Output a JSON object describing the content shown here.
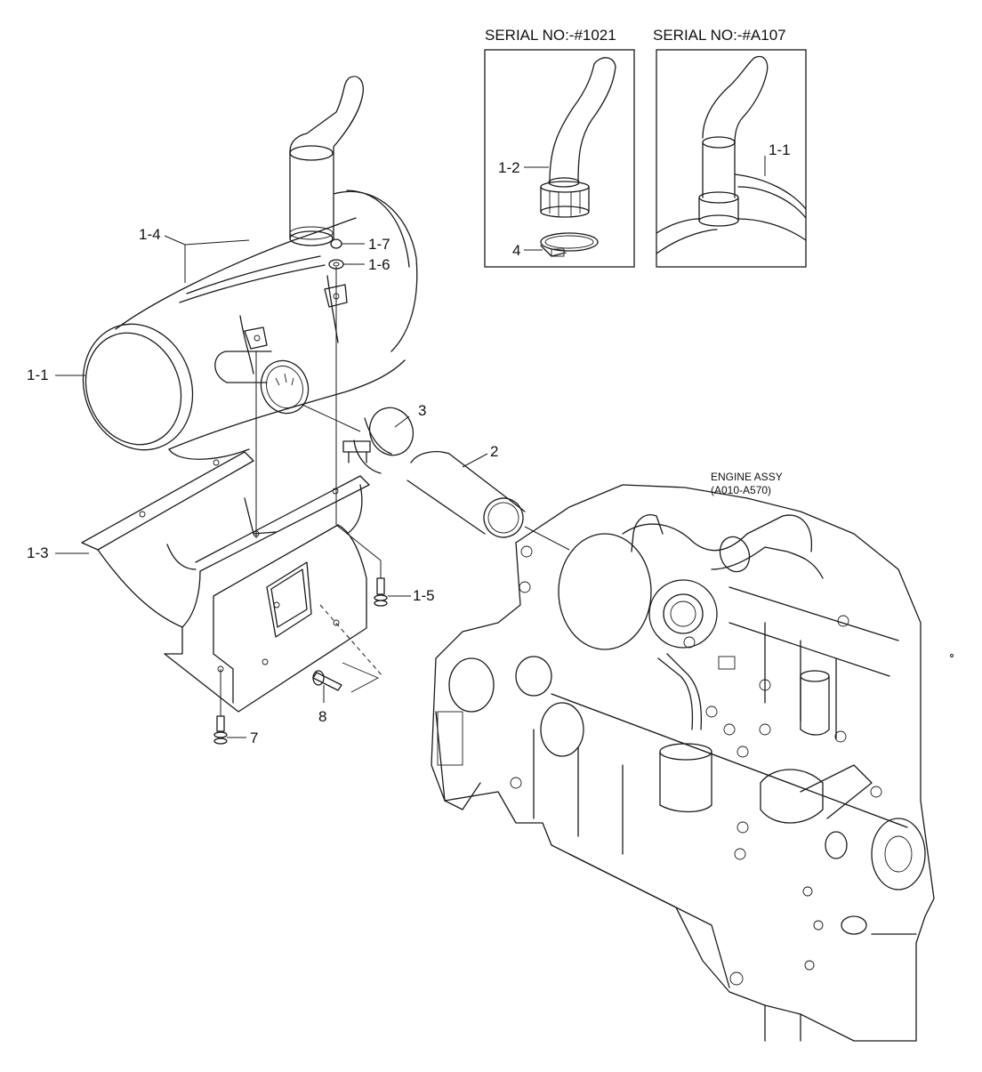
{
  "inset_headers": {
    "left": "SERIAL NO:-#1021",
    "right": "SERIAL NO:-#A107"
  },
  "engine_label": {
    "line1": "ENGINE ASSY",
    "line2": "(A010-A570)"
  },
  "callouts": {
    "c_1_4": "1-4",
    "c_1_7": "1-7",
    "c_1_6": "1-6",
    "c_1_1": "1-1",
    "c_3": "3",
    "c_2": "2",
    "c_1_3": "1-3",
    "c_1_5": "1-5",
    "c_8": "8",
    "c_7": "7",
    "c_inset_1_2": "1-2",
    "c_inset_4": "4",
    "c_inset_1_1": "1-1"
  }
}
